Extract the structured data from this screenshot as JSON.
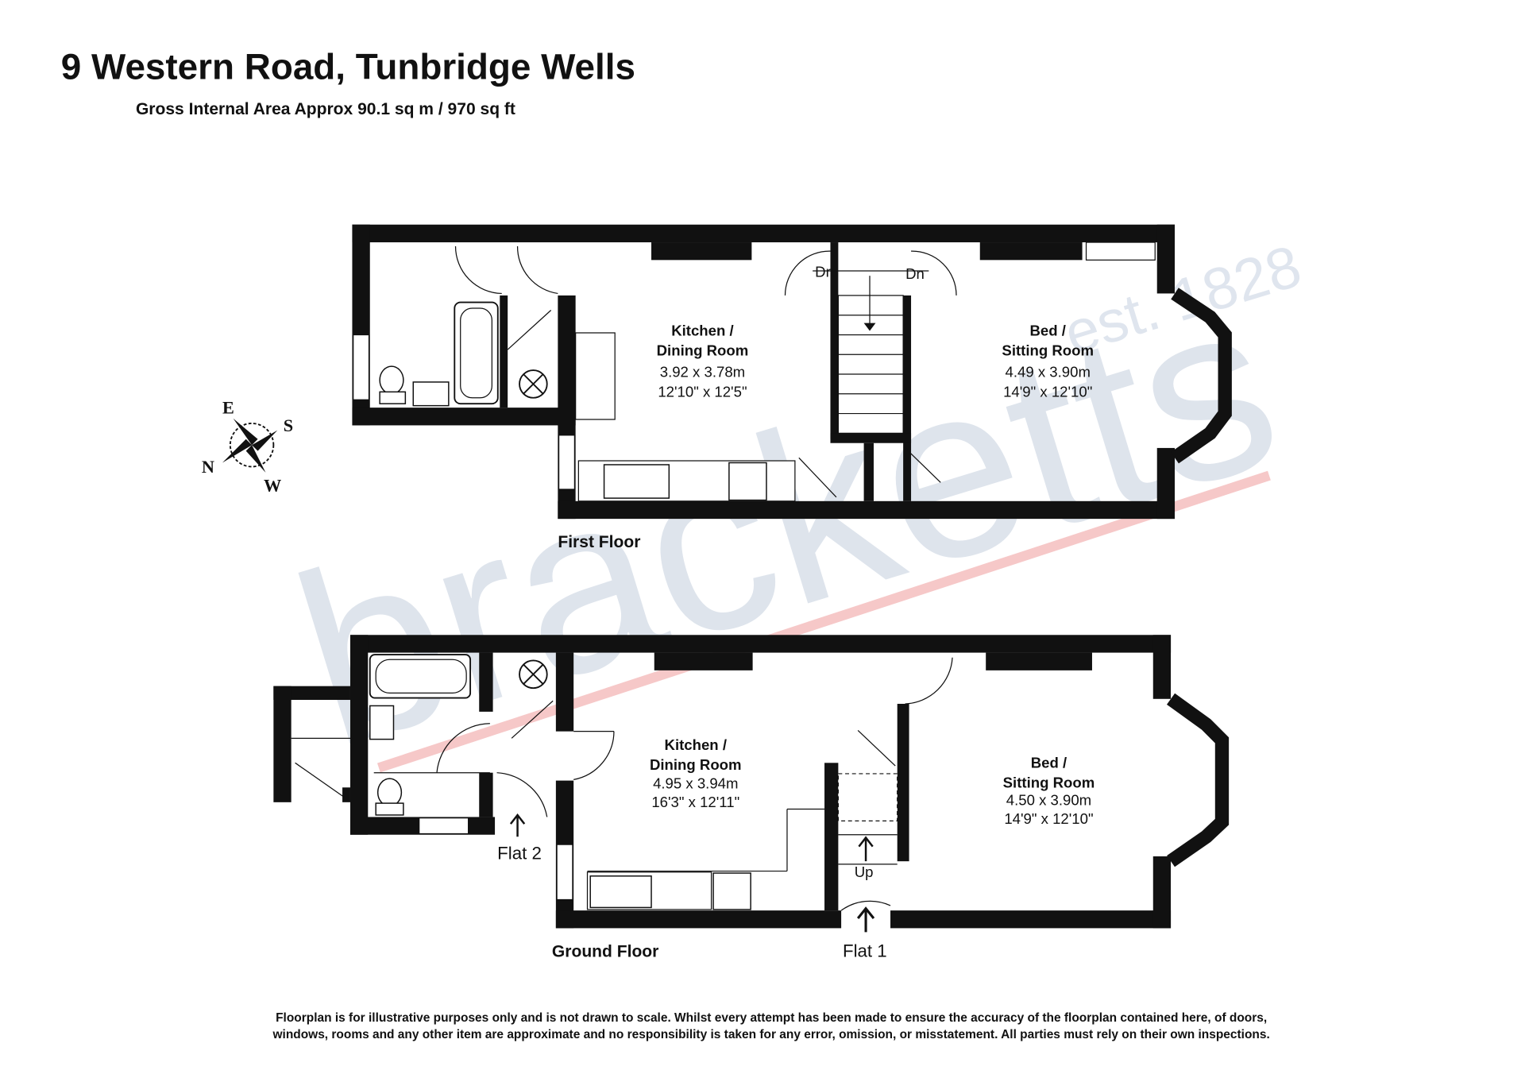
{
  "header": {
    "title": "9 Western Road, Tunbridge Wells",
    "subtitle": "Gross Internal Area Approx 90.1 sq m / 970 sq ft"
  },
  "watermark": {
    "brand": "bracketts",
    "est": "est. 1828"
  },
  "compass": {
    "e": "E",
    "s": "S",
    "n": "N",
    "w": "W"
  },
  "first_floor": {
    "label": "First Floor",
    "kitchen": {
      "name1": "Kitchen /",
      "name2": "Dining Room",
      "metric": "3.92 x 3.78m",
      "imperial": "12'10\" x 12'5\""
    },
    "bed": {
      "name1": "Bed /",
      "name2": "Sitting Room",
      "metric": "4.49 x 3.90m",
      "imperial": "14'9\" x 12'10\""
    },
    "stairs_left": "Dn",
    "stairs_right": "Dn"
  },
  "ground_floor": {
    "label": "Ground Floor",
    "kitchen": {
      "name1": "Kitchen /",
      "name2": "Dining Room",
      "metric": "4.95 x 3.94m",
      "imperial": "16'3\" x 12'11\""
    },
    "bed": {
      "name1": "Bed /",
      "name2": "Sitting Room",
      "metric": "4.50 x 3.90m",
      "imperial": "14'9\" x 12'10\""
    },
    "stairs": "Up",
    "entrance_flat2": "Flat 2",
    "entrance_flat1": "Flat 1"
  },
  "disclaimer": {
    "line1": "Floorplan is for illustrative purposes only and is not drawn to scale. Whilst every attempt has been made to ensure the accuracy of the floorplan contained here, of doors,",
    "line2": "windows, rooms  and any other item are approximate and no responsibility is taken for any error, omission, or misstatement. All parties must rely on their own inspections."
  }
}
